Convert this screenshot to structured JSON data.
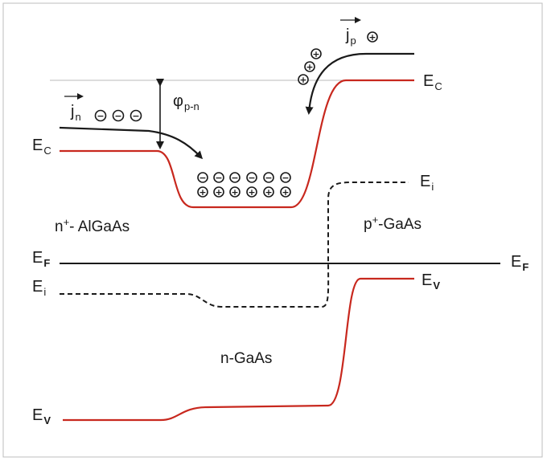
{
  "labels": {
    "ec_left": {
      "main": "E",
      "sub": "C"
    },
    "ec_right": {
      "main": "E",
      "sub": "C"
    },
    "ef_left": {
      "main": "E",
      "sub": "F"
    },
    "ef_right": {
      "main": "E",
      "sub": "F"
    },
    "ei_left": {
      "main": "E",
      "sub": "i"
    },
    "ei_right": {
      "main": "E",
      "sub": "i"
    },
    "ev_left": {
      "main": "E",
      "sub": "V"
    },
    "ev_right": {
      "main": "E",
      "sub": "V"
    },
    "barrier": {
      "main": "φ",
      "sub": "p-n"
    },
    "jn": {
      "main": "j",
      "sub": "n"
    },
    "jp": {
      "main": "j",
      "sub": "p"
    }
  },
  "regions": {
    "left": {
      "prefix": "n",
      "sup": "+",
      "text": "- AlGaAs"
    },
    "right": {
      "prefix": "p",
      "sup": "+",
      "text": "-GaAs"
    },
    "middle": "n-GaAs"
  },
  "charges": {
    "minus": "−",
    "plus": "+"
  },
  "colors": {
    "band_edge": "#c8281e",
    "line": "#1a1a1a",
    "frame": "#bdbdbd",
    "reference": "#bbbbbb"
  }
}
